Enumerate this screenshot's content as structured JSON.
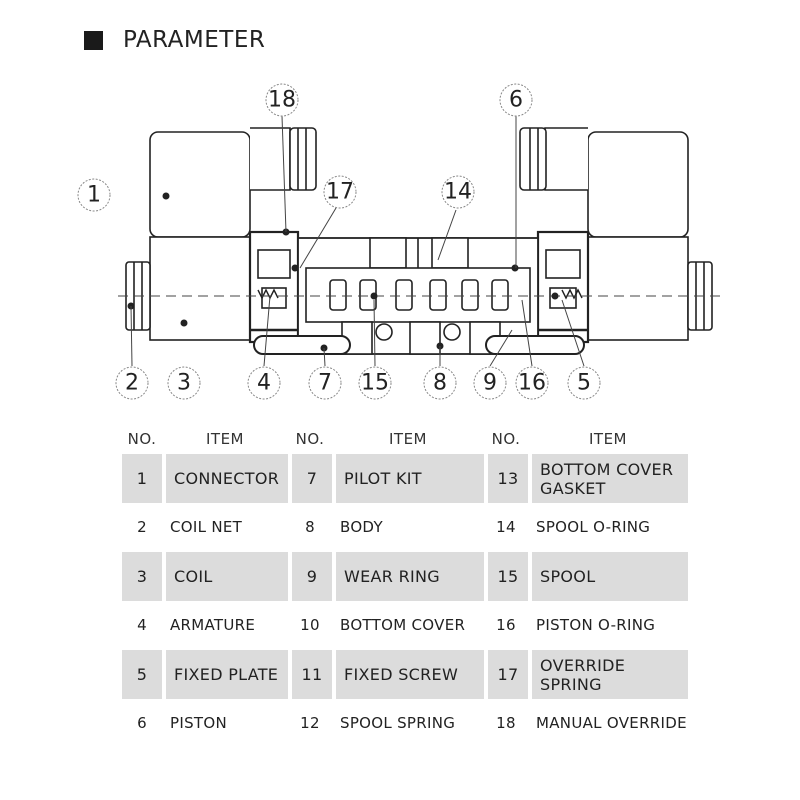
{
  "header": {
    "title": "PARAMETER"
  },
  "callouts": [
    {
      "n": "18"
    },
    {
      "n": "6"
    },
    {
      "n": "1"
    },
    {
      "n": "17"
    },
    {
      "n": "14"
    },
    {
      "n": "2"
    },
    {
      "n": "3"
    },
    {
      "n": "4"
    },
    {
      "n": "7"
    },
    {
      "n": "15"
    },
    {
      "n": "8"
    },
    {
      "n": "9"
    },
    {
      "n": "16"
    },
    {
      "n": "5"
    }
  ],
  "table": {
    "headers": [
      "NO.",
      "ITEM",
      "NO.",
      "ITEM",
      "NO.",
      "ITEM"
    ],
    "rows": [
      {
        "shaded": true,
        "cells": [
          [
            "1",
            "CONNECTOR"
          ],
          [
            "7",
            "PILOT KIT"
          ],
          [
            "13",
            "BOTTOM COVER GASKET"
          ]
        ]
      },
      {
        "shaded": false,
        "cells": [
          [
            "2",
            "COIL NET"
          ],
          [
            "8",
            "BODY"
          ],
          [
            "14",
            "SPOOL O-RING"
          ]
        ]
      },
      {
        "shaded": true,
        "cells": [
          [
            "3",
            "COIL"
          ],
          [
            "9",
            "WEAR RING"
          ],
          [
            "15",
            "SPOOL"
          ]
        ]
      },
      {
        "shaded": false,
        "cells": [
          [
            "4",
            "ARMATURE"
          ],
          [
            "10",
            "BOTTOM COVER"
          ],
          [
            "16",
            "PISTON O-RING"
          ]
        ]
      },
      {
        "shaded": true,
        "cells": [
          [
            "5",
            "FIXED PLATE"
          ],
          [
            "11",
            "FIXED SCREW"
          ],
          [
            "17",
            "OVERRIDE SPRING"
          ]
        ]
      },
      {
        "shaded": false,
        "cells": [
          [
            "6",
            "PISTON"
          ],
          [
            "12",
            "SPOOL SPRING"
          ],
          [
            "18",
            "MANUAL OVERRIDE"
          ]
        ]
      }
    ]
  }
}
